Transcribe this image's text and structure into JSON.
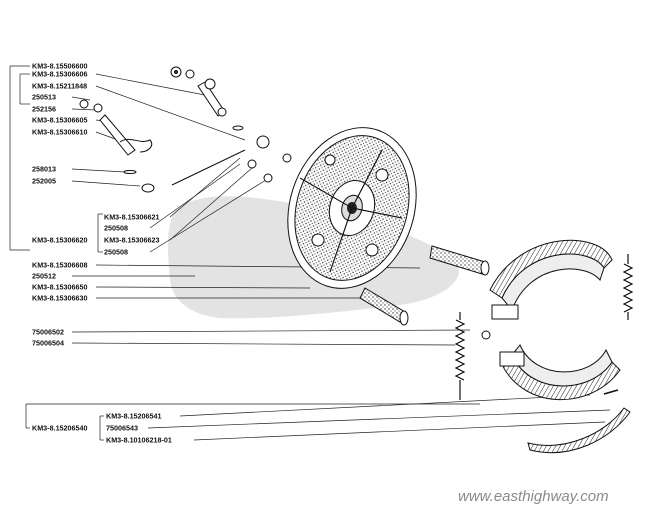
{
  "diagram": {
    "labels": [
      {
        "id": "L1",
        "text": "KM3-8.15506600"
      },
      {
        "id": "L2",
        "text": "KM3-8.15306606"
      },
      {
        "id": "L3",
        "text": "KM3-8.15211848"
      },
      {
        "id": "L4",
        "text": "250513"
      },
      {
        "id": "L5",
        "text": "252156"
      },
      {
        "id": "L6",
        "text": "KM3-8.15306605"
      },
      {
        "id": "L7",
        "text": "KM3-8.15306610"
      },
      {
        "id": "L8",
        "text": "258013"
      },
      {
        "id": "L9",
        "text": "252005"
      },
      {
        "id": "L10",
        "text": "KM3-8.15306621"
      },
      {
        "id": "L11",
        "text": "250508"
      },
      {
        "id": "L12",
        "text": "KM3-8.15306620"
      },
      {
        "id": "L13",
        "text": "KM3-8.15306623"
      },
      {
        "id": "L14",
        "text": "250508"
      },
      {
        "id": "L15",
        "text": "KM3-8.15306608"
      },
      {
        "id": "L16",
        "text": "250512"
      },
      {
        "id": "L17",
        "text": "KM3-8.15306650"
      },
      {
        "id": "L18",
        "text": "KM3-8.15306630"
      },
      {
        "id": "L19",
        "text": "75006502"
      },
      {
        "id": "L20",
        "text": "75006504"
      },
      {
        "id": "L21",
        "text": "KM3-8.15206541"
      },
      {
        "id": "L22",
        "text": "KM3-8.15206540"
      },
      {
        "id": "L23",
        "text": "75006543"
      },
      {
        "id": "L24",
        "text": "KM3-8.10106218-01"
      }
    ],
    "watermark": "www.easthighway.com"
  }
}
